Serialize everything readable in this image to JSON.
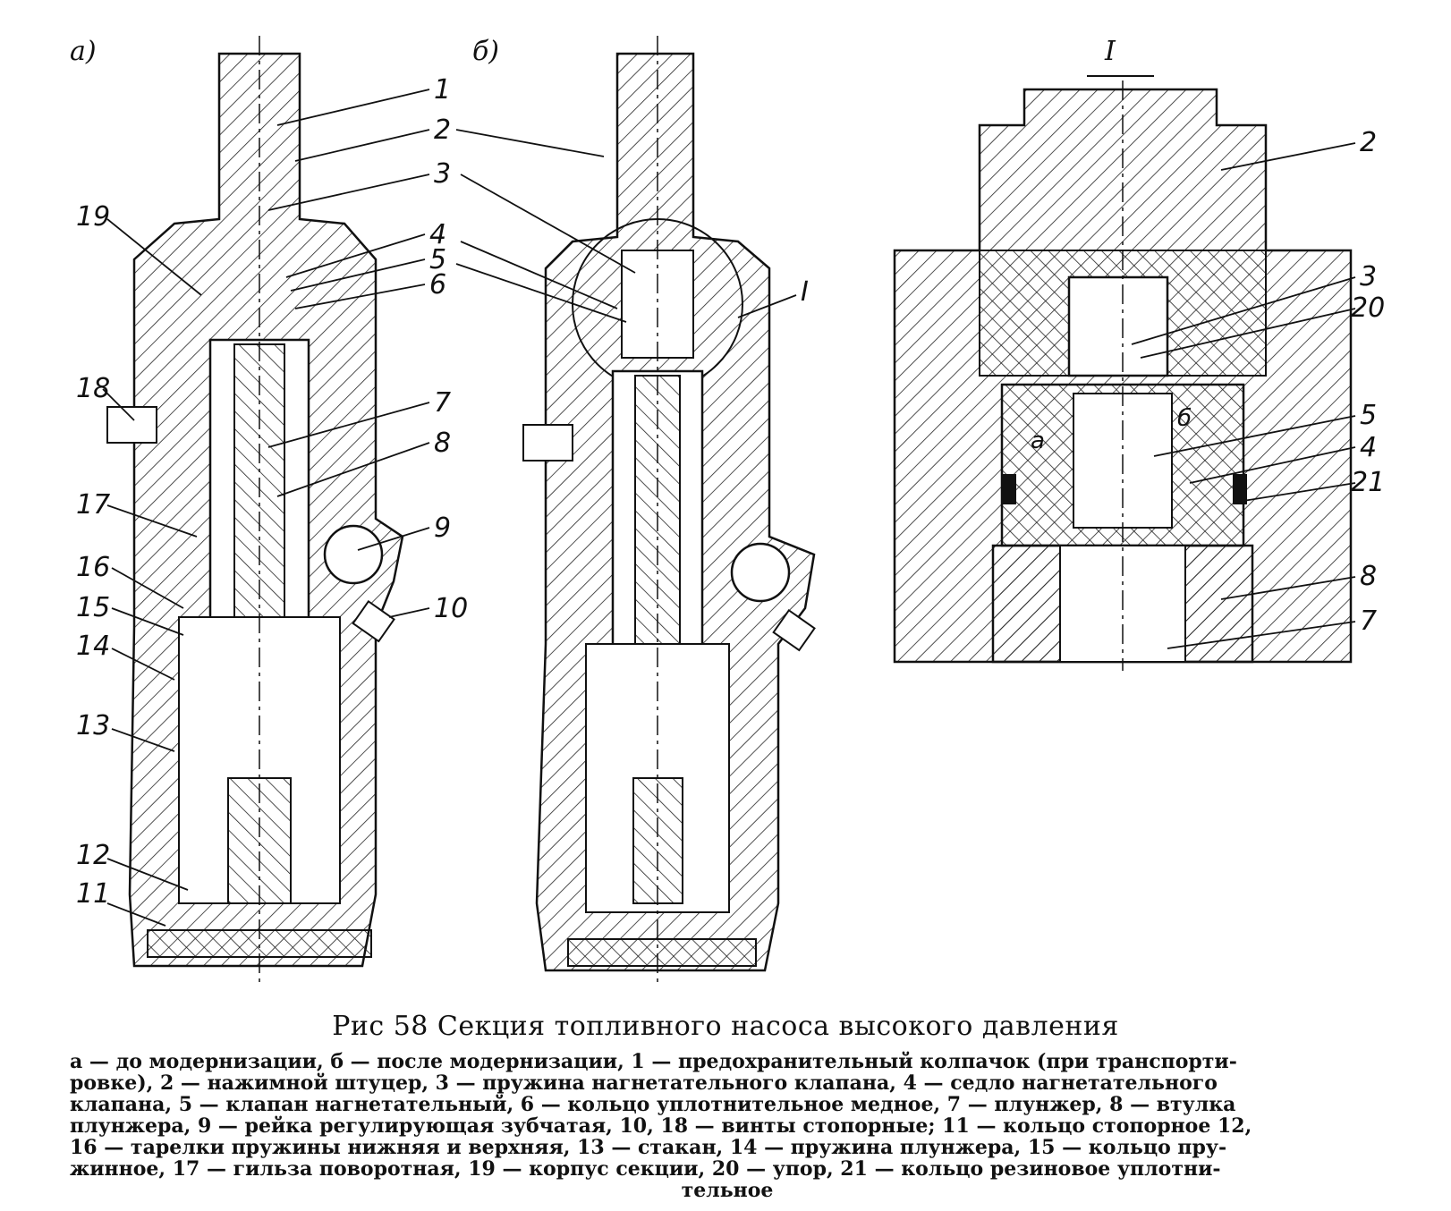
{
  "views": {
    "a": "а)",
    "b": "б)",
    "detail": "I"
  },
  "callouts_a": [
    "1",
    "2",
    "3",
    "4",
    "5",
    "6",
    "7",
    "8",
    "9",
    "10",
    "11",
    "12",
    "13",
    "14",
    "15",
    "16",
    "17",
    "18",
    "19"
  ],
  "callouts_b": [
    "I"
  ],
  "callouts_detail": [
    "2",
    "3",
    "20",
    "5",
    "4",
    "21",
    "8",
    "7"
  ],
  "detail_marks": [
    "а",
    "б"
  ],
  "caption": "Рис 58 Секция топливного насоса высокого давления",
  "legend": {
    "line1": "а — до модернизации, б — после модернизации, 1 — предохранительный колпачок (при транспорти-",
    "line2": "ровке), 2 — нажимной штуцер, 3 — пружина нагнетательного клапана, 4 — седло нагнетательного",
    "line3": "клапана, 5 — клапан нагнетательный, 6 — кольцо уплотнительное медное, 7 — плунжер, 8 — втулка",
    "line4": "плунжера, 9 — рейка регулирующая зубчатая, 10, 18 — винты стопорные; 11 — кольцо стопорное 12,",
    "line5": "16 — тарелки пружины нижняя и верхняя, 13 — стакан, 14 — пружина плунжера, 15 — кольцо пру-",
    "line6": "жинное, 17 — гильза поворотная, 19 — корпус секции, 20 — упор, 21 — кольцо резиновое уплотни-",
    "line7": "тельное"
  }
}
